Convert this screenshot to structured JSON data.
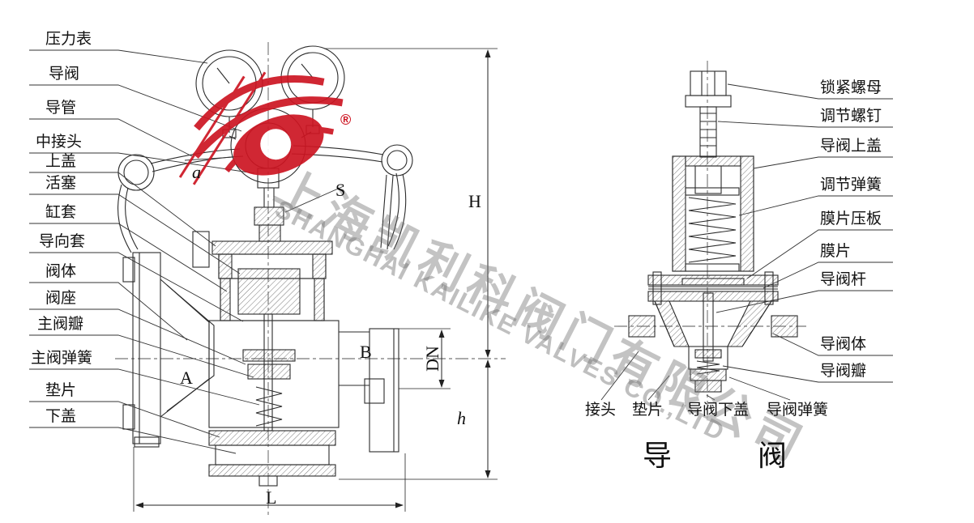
{
  "watermark": {
    "company_cn": "上海凯利科阀门有限公司",
    "company_en": "SHANGHAI KAILIKE VALVES CO.,LTD",
    "registered_mark": "®",
    "logo_color": "#cd1522"
  },
  "main_valve": {
    "part_labels": [
      "压力表",
      "导阀",
      "导管",
      "中接头",
      "上盖",
      "活塞",
      "缸套",
      "导向套",
      "阀体",
      "阀座",
      "主阀瓣",
      "主阀弹簧",
      "垫片",
      "下盖"
    ]
  },
  "pilot_valve": {
    "part_labels_right": [
      "锁紧螺母",
      "调节螺钉",
      "导阀上盖",
      "调节弹簧",
      "膜片压板",
      "膜片",
      "导阀杆",
      "导阀体",
      "导阀瓣"
    ],
    "part_labels_bottom": [
      "接头",
      "垫片",
      "导阀下盖",
      "导阀弹簧"
    ],
    "caption": "导阀"
  },
  "dims": {
    "a": "a",
    "S": "S",
    "H": "H",
    "B": "B",
    "DN": "DN",
    "A": "A",
    "h": "h",
    "L": "L"
  }
}
